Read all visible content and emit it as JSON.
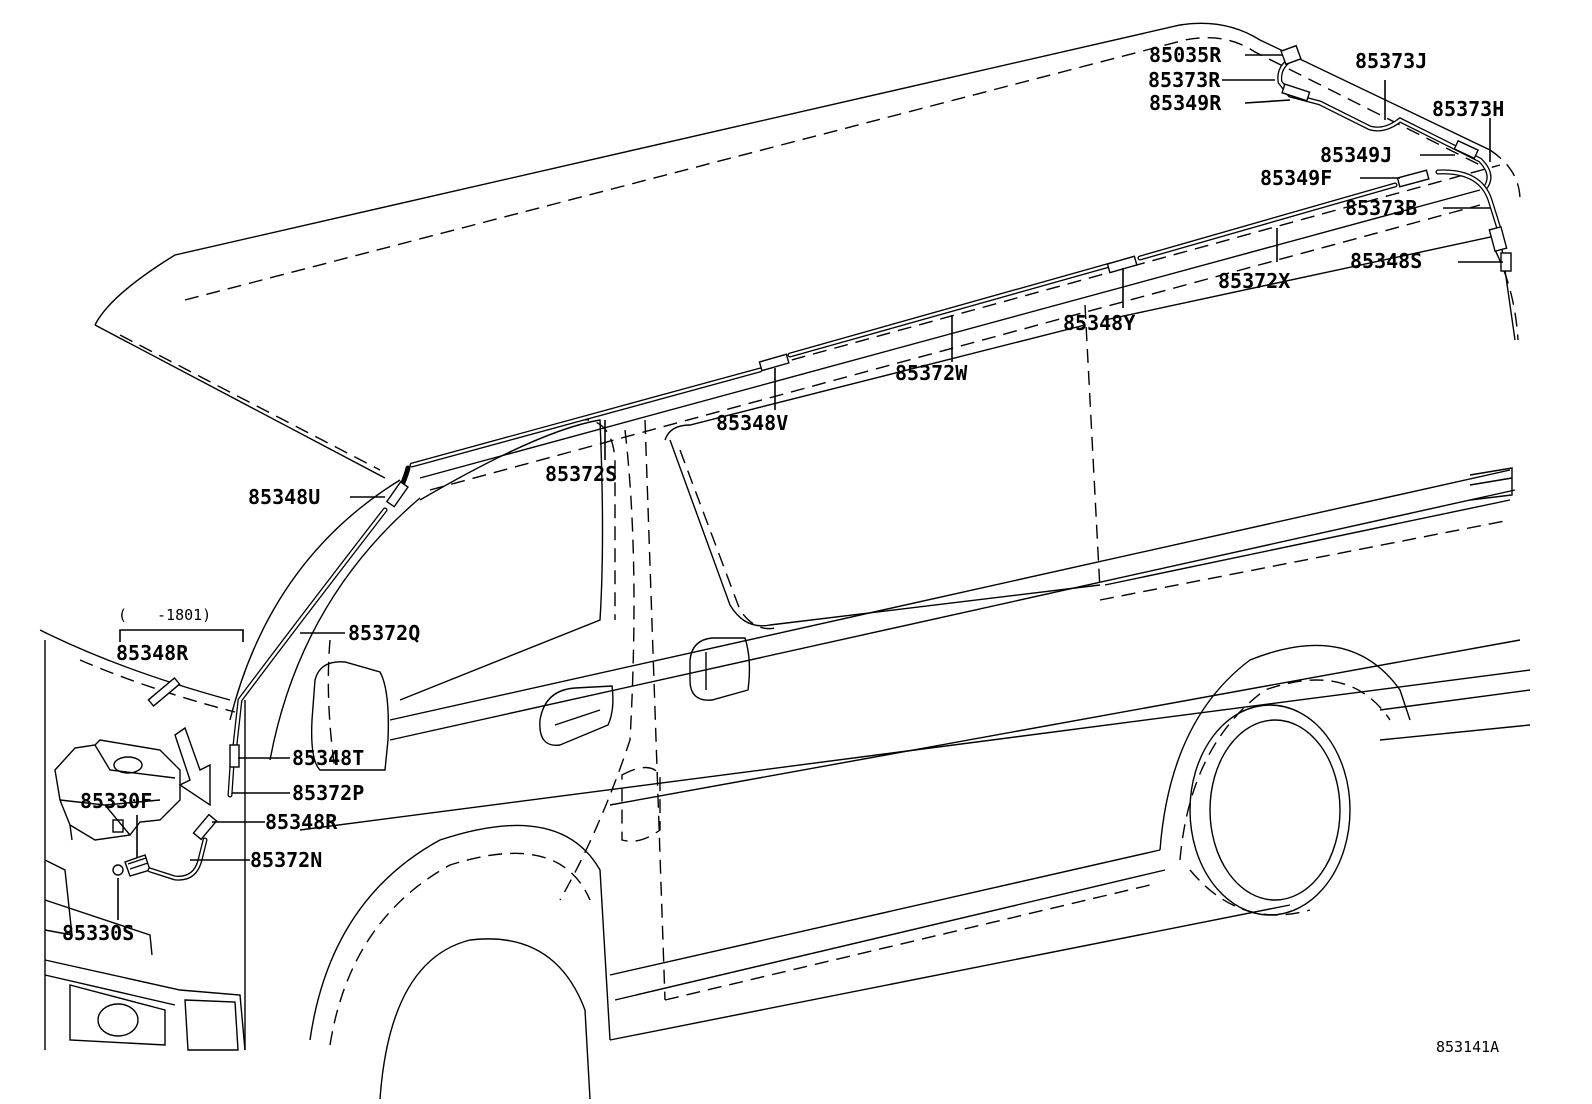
{
  "diagram": {
    "drawing_number": "853141A",
    "variant_note": "(　　-1801)",
    "labels": [
      {
        "id": "85035R",
        "text": "85035R"
      },
      {
        "id": "85373J",
        "text": "85373J"
      },
      {
        "id": "85373R",
        "text": "85373R"
      },
      {
        "id": "85349R",
        "text": "85349R"
      },
      {
        "id": "85373H",
        "text": "85373H"
      },
      {
        "id": "85349J",
        "text": "85349J"
      },
      {
        "id": "85349F",
        "text": "85349F"
      },
      {
        "id": "85373B",
        "text": "85373B"
      },
      {
        "id": "85348S",
        "text": "85348S"
      },
      {
        "id": "85372X",
        "text": "85372X"
      },
      {
        "id": "85348Y",
        "text": "85348Y"
      },
      {
        "id": "85372W",
        "text": "85372W"
      },
      {
        "id": "85348V",
        "text": "85348V"
      },
      {
        "id": "85372S",
        "text": "85372S"
      },
      {
        "id": "85348U",
        "text": "85348U"
      },
      {
        "id": "85372Q",
        "text": "85372Q"
      },
      {
        "id": "85348R_top",
        "text": "85348R"
      },
      {
        "id": "85348T",
        "text": "85348T"
      },
      {
        "id": "85330F",
        "text": "85330F"
      },
      {
        "id": "85372P",
        "text": "85372P"
      },
      {
        "id": "85348R",
        "text": "85348R"
      },
      {
        "id": "85372N",
        "text": "85372N"
      },
      {
        "id": "85330S",
        "text": "85330S"
      }
    ]
  }
}
